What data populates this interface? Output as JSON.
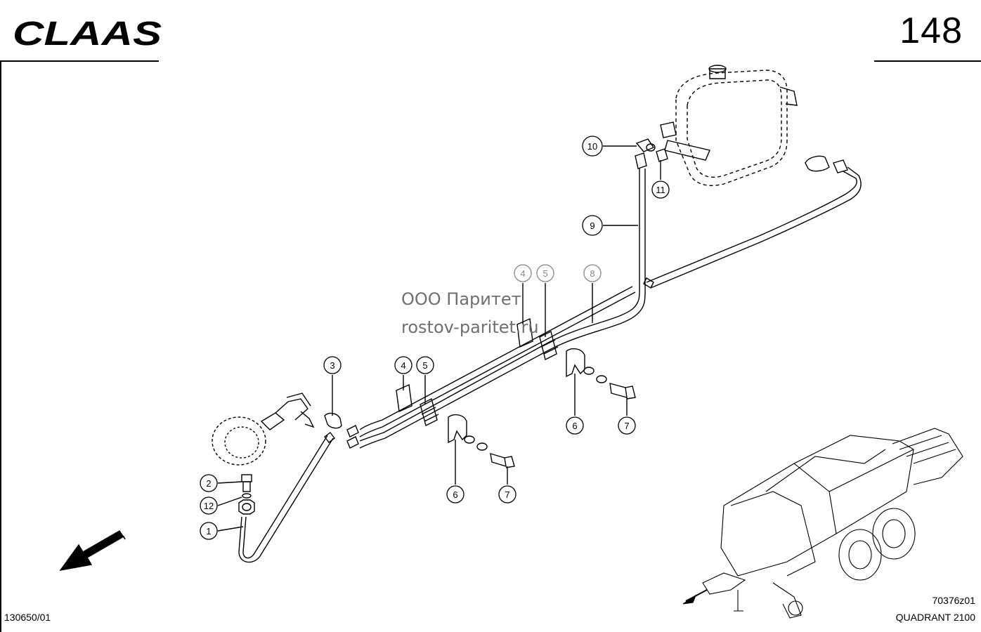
{
  "header": {
    "brand": "CLAAS",
    "page_number": "148"
  },
  "watermark": {
    "line1": "ООО Паритет",
    "line2": "rostov-paritet.ru"
  },
  "callouts": [
    {
      "number": "1"
    },
    {
      "number": "2"
    },
    {
      "number": "12"
    },
    {
      "number": "3"
    },
    {
      "number": "4"
    },
    {
      "number": "5"
    },
    {
      "number": "6"
    },
    {
      "number": "7"
    },
    {
      "number": "4"
    },
    {
      "number": "5"
    },
    {
      "number": "8"
    },
    {
      "number": "6"
    },
    {
      "number": "7"
    },
    {
      "number": "9"
    },
    {
      "number": "10"
    },
    {
      "number": "11"
    }
  ],
  "footer": {
    "doc_code": "130650/01",
    "figure_code": "70376z01",
    "model": "QUADRANT 2100"
  }
}
